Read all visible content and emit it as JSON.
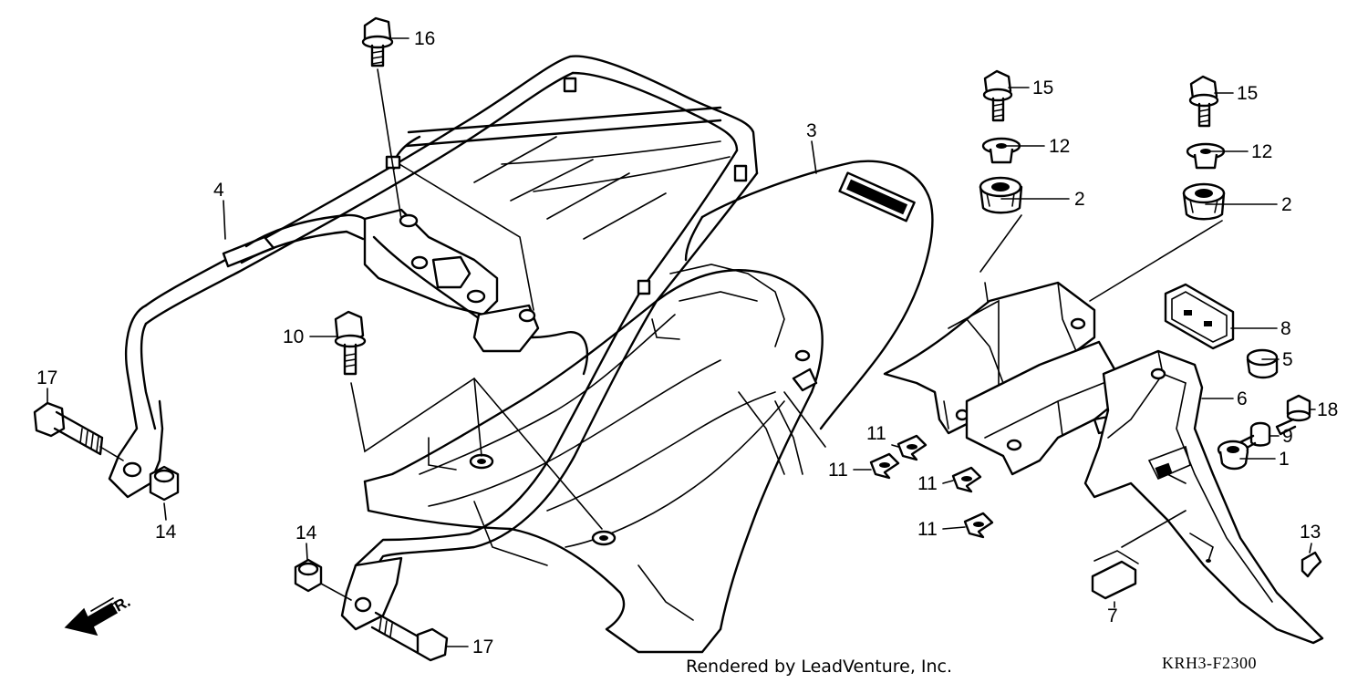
{
  "diagram": {
    "callouts": {
      "p1": "1",
      "p2a": "2",
      "p2b": "2",
      "p3": "3",
      "p4": "4",
      "p5": "5",
      "p6": "6",
      "p7": "7",
      "p8": "8",
      "p9": "9",
      "p10": "10",
      "p11a": "11",
      "p11b": "11",
      "p11c": "11",
      "p11d": "11",
      "p12a": "12",
      "p12b": "12",
      "p13": "13",
      "p14a": "14",
      "p14b": "14",
      "p15a": "15",
      "p15b": "15",
      "p16": "16",
      "p17a": "17",
      "p17b": "17",
      "p18": "18"
    },
    "direction_label": "FR.",
    "credit": "Rendered by LeadVenture, Inc.",
    "diagram_code": "KRH3-F2300"
  }
}
